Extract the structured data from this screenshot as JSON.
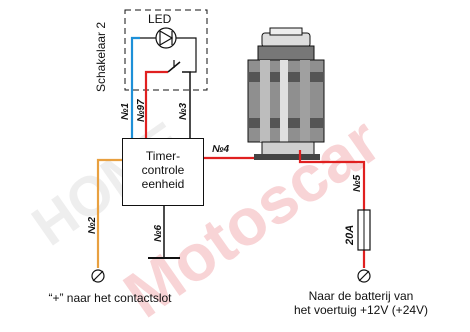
{
  "watermark": {
    "line1": "HOME",
    "line2": "Motoscar"
  },
  "labels": {
    "switch": "Schakelaar 2",
    "led": "LED",
    "timer_line1": "Timer-",
    "timer_line2": "controle",
    "timer_line3": "eenheid",
    "fuse": "20A"
  },
  "wires": {
    "w1": "№1",
    "w97": "№97",
    "w3": "№3",
    "w4": "№4",
    "w2": "№2",
    "w6": "№6",
    "w5": "№5"
  },
  "captions": {
    "left": "“+” naar het contactslot",
    "right_line1": "Naar de batterij van",
    "right_line2": "het voertuig +12V (+24V)"
  },
  "colors": {
    "red_wire": "#e02020",
    "blue_wire": "#1e90d8",
    "orange_wire": "#e8a040",
    "black_wire": "#111111"
  }
}
